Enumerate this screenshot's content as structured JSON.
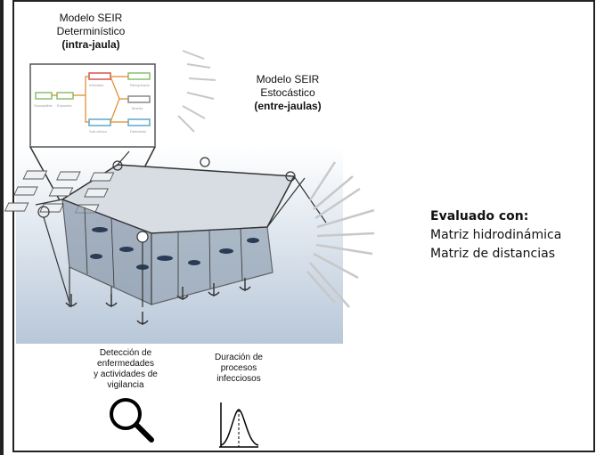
{
  "deterministic": {
    "line1": "Modelo SEIR",
    "line2": "Determinístico",
    "line3_bold": "intra-jaula"
  },
  "stochastic": {
    "line1": "Modelo SEIR",
    "line2": "Estocástico",
    "line3_bold": "entre-jaulas"
  },
  "evaluation": {
    "heading": "Evaluado con:",
    "items": [
      "Matriz hidrodinámica",
      "Matriz de distancias"
    ]
  },
  "detection": {
    "lines": [
      "Detección de",
      "enfermedades",
      "y actividades de",
      "vigilancia"
    ],
    "icon": "magnifier-icon"
  },
  "duration": {
    "lines": [
      "Duración de",
      "procesos",
      "infecciosos"
    ],
    "icon": "bell-curve-icon"
  },
  "colors": {
    "water": "#b8c7d8",
    "net": "#6b7a8c",
    "arrows": "#c8c8c8",
    "text": "#111111"
  }
}
